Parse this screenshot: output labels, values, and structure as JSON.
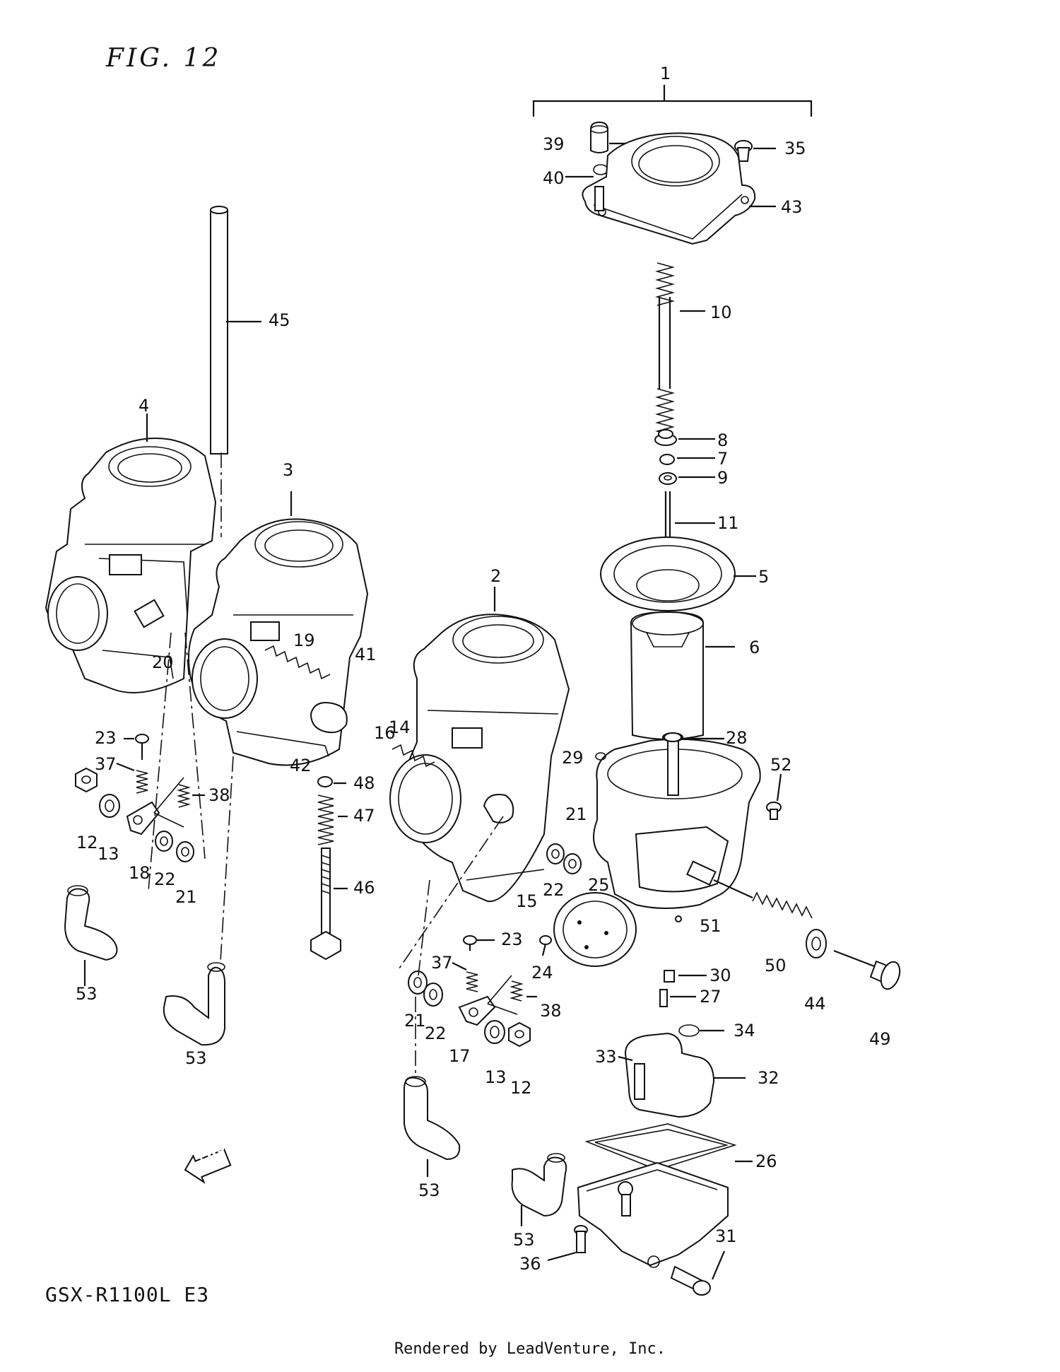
{
  "figure": {
    "title": "FIG. 12",
    "model_code": "GSX-R1100L E3",
    "footer": "Rendered by LeadVenture, Inc.",
    "fwd_label": "FWD"
  },
  "callouts": [
    "1",
    "2",
    "3",
    "4",
    "5",
    "6",
    "7",
    "8",
    "9",
    "10",
    "11",
    "12",
    "12",
    "13",
    "13",
    "14",
    "15",
    "16",
    "17",
    "18",
    "19",
    "20",
    "21",
    "21",
    "21",
    "22",
    "22",
    "22",
    "23",
    "23",
    "24",
    "25",
    "26",
    "27",
    "28",
    "29",
    "30",
    "31",
    "32",
    "33",
    "34",
    "35",
    "36",
    "37",
    "37",
    "38",
    "38",
    "39",
    "40",
    "41",
    "42",
    "43",
    "44",
    "45",
    "46",
    "47",
    "48",
    "49",
    "50",
    "51",
    "52",
    "53",
    "53",
    "53",
    "53"
  ]
}
